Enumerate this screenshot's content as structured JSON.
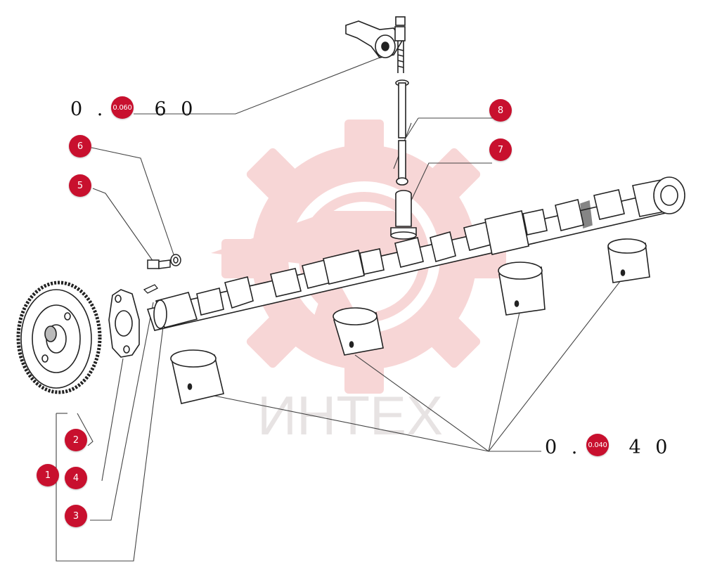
{
  "watermark": {
    "text": "ИНТЕХ",
    "color": "#f4c9c9"
  },
  "accent_color": "#c8102e",
  "references": [
    {
      "id": "ref-top",
      "prefix": "0 .",
      "suffix": "6 0",
      "badge": "0.060"
    },
    {
      "id": "ref-bottom",
      "prefix": "0 .",
      "suffix": "4 0",
      "badge": "0.040"
    }
  ],
  "callouts": [
    {
      "number": "1"
    },
    {
      "number": "2"
    },
    {
      "number": "3"
    },
    {
      "number": "4"
    },
    {
      "number": "5"
    },
    {
      "number": "6"
    },
    {
      "number": "7"
    },
    {
      "number": "8"
    }
  ]
}
